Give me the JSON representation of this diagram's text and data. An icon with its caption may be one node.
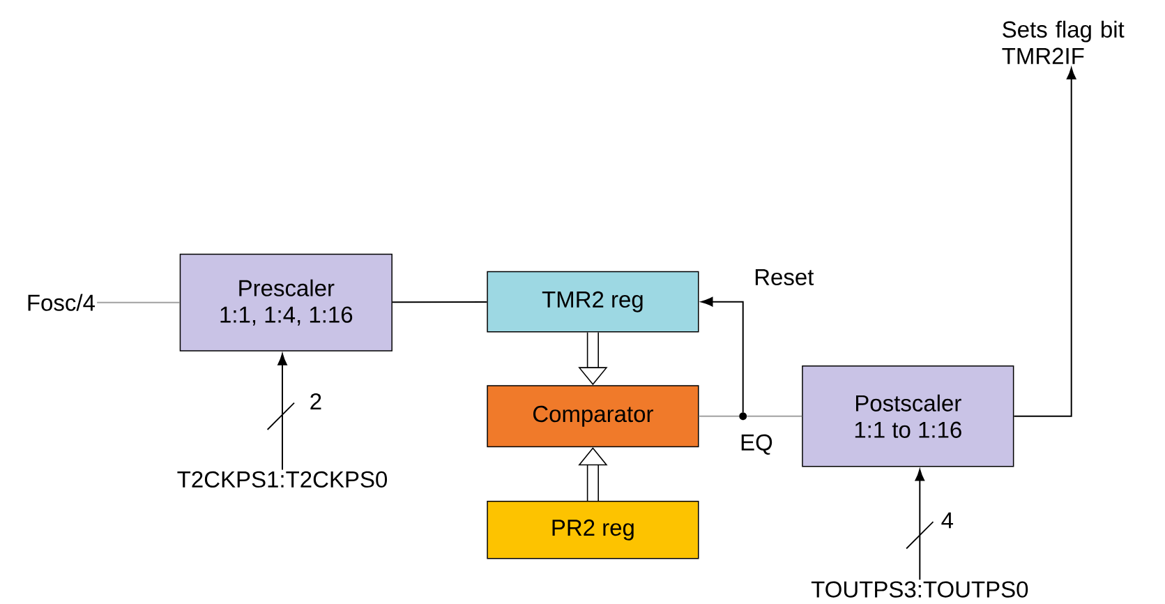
{
  "diagram": {
    "nodes": [
      {
        "text": [
          "Fosc/4"
        ]
      },
      {
        "text": [
          "Prescaler",
          "1:1, 1:4, 1:16"
        ]
      },
      {
        "text": [
          "T2CKPS1:T2CKPS0"
        ]
      },
      {
        "text": [
          "TMR2 reg"
        ]
      },
      {
        "text": [
          "Comparator"
        ]
      },
      {
        "text": [
          "PR2 reg"
        ]
      },
      {
        "text": [],
        "shape": "circle",
        "beside": [
          "EQ"
        ]
      },
      {
        "text": [
          "Postscaler",
          "1:1 to 1:16"
        ]
      },
      {
        "text": [
          "TOUTPS3:TOUTPS0"
        ]
      },
      {
        "text": [
          "Sets flag bit TMR2IF"
        ]
      }
    ],
    "edges": [
      {
        "from": 0,
        "to": 1,
        "arrow": "none",
        "color": "#a0a0a0"
      },
      {
        "from": 2,
        "to": 1,
        "arrow": "to",
        "label": "2"
      },
      {
        "from": 1,
        "to": 3,
        "arrow": "none"
      },
      {
        "from": 3,
        "to": 4,
        "arrow": "to",
        "style": "thick"
      },
      {
        "from": 5,
        "to": 4,
        "arrow": "to",
        "style": "thick"
      },
      {
        "from": 4,
        "to": 6,
        "arrow": "none",
        "color": "#a0a0a0"
      },
      {
        "from": 6,
        "to": 3,
        "arrow": "to",
        "label": "Reset"
      },
      {
        "from": 6,
        "to": 7,
        "arrow": "none",
        "color": "#a0a0a0"
      },
      {
        "from": 8,
        "to": 7,
        "arrow": "to",
        "label": "4"
      },
      {
        "from": 7,
        "to": 9,
        "arrow": "to"
      }
    ]
  }
}
